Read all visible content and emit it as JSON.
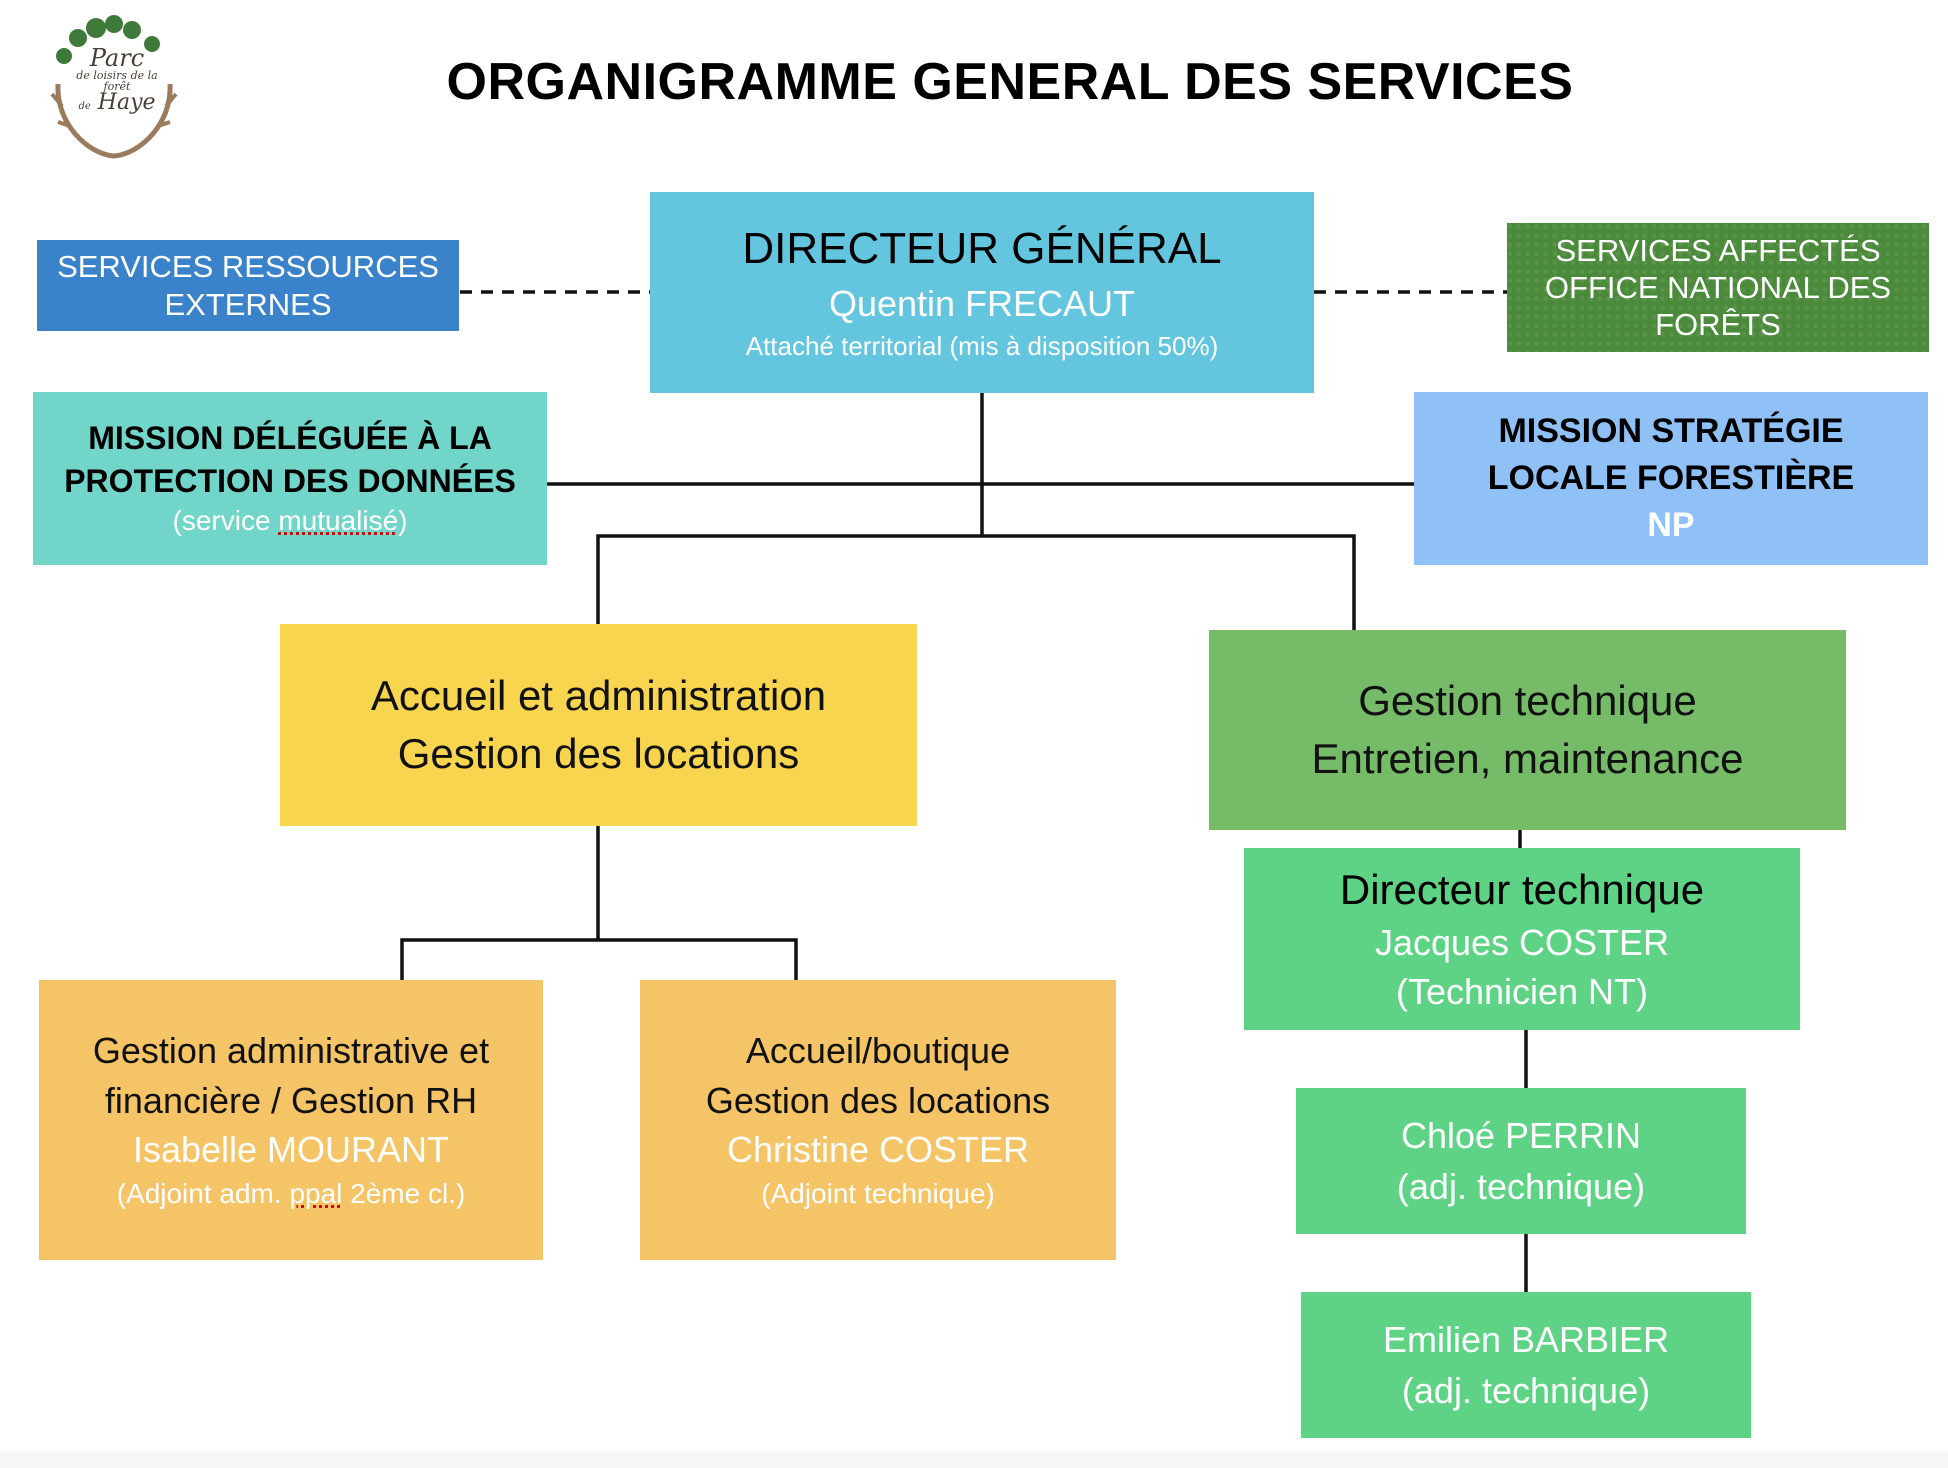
{
  "title": "ORGANIGRAMME GENERAL DES SERVICES",
  "logo": {
    "line1": "Parc",
    "line2": "de loisirs",
    "line3": "de la forêt",
    "line4": "de",
    "line5": "Haye"
  },
  "external": {
    "line1": "SERVICES RESSOURCES",
    "line2": "EXTERNES",
    "color": "#3a82c9"
  },
  "onf": {
    "line1": "SERVICES AFFECTÉS",
    "line2": "OFFICE NATIONAL DES",
    "line3": "FORÊTS",
    "color": "#4a8a3a"
  },
  "director": {
    "role": "DIRECTEUR GÉNÉRAL",
    "name": "Quentin FRECAUT",
    "status": "Attaché territorial (mis à disposition 50%)",
    "color": "#63c5de"
  },
  "mission_data": {
    "line1": "MISSION DÉLÉGUÉE À LA",
    "line2": "PROTECTION DES DONNÉES",
    "note_open": "(service ",
    "note_word": "mutualisé",
    "note_close": ")",
    "color": "#72d5c9"
  },
  "mission_forest": {
    "line1": "MISSION STRATÉGIE",
    "line2": "LOCALE FORESTIÈRE",
    "line3": "NP",
    "color": "#8fc1f7"
  },
  "admin": {
    "line1": "Accueil et administration",
    "line2": "Gestion des locations",
    "color": "#f7d54f"
  },
  "technical": {
    "line1": "Gestion technique",
    "line2": "Entretien, maintenance",
    "color": "#76bc68"
  },
  "finance": {
    "line1": "Gestion administrative et",
    "line2": "financière / Gestion RH",
    "name": "Isabelle MOURANT",
    "status_open": "(Adjoint adm. ",
    "status_word": "ppal",
    "status_close": " 2ème cl.)",
    "color": "#f5c466"
  },
  "shop": {
    "line1": "Accueil/boutique",
    "line2": "Gestion des locations",
    "name": "Christine COSTER",
    "status": "(Adjoint technique)",
    "color": "#f5c466"
  },
  "tech_director": {
    "role": "Directeur technique",
    "name": "Jacques COSTER",
    "status": "(Technicien NT)",
    "color": "#5fd385"
  },
  "staff1": {
    "name": "Chloé PERRIN",
    "status": "(adj. technique)",
    "color": "#5fd385"
  },
  "staff2": {
    "name": "Emilien BARBIER",
    "status": "(adj. technique)",
    "color": "#5fd385"
  }
}
